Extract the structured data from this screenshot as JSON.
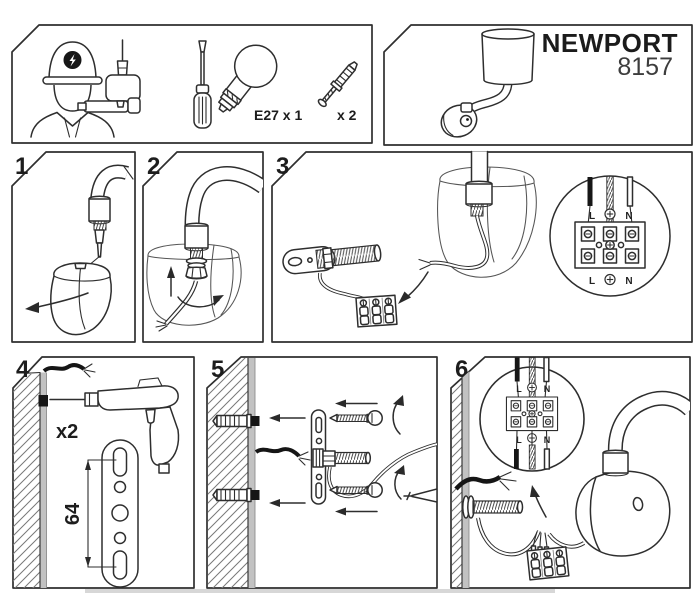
{
  "product": {
    "name": "NEWPORT",
    "code": "8157"
  },
  "kit": {
    "bulb_label": "E27 x 1",
    "plug_label": "x 2"
  },
  "steps": [
    {
      "num": "1"
    },
    {
      "num": "2"
    },
    {
      "num": "3"
    },
    {
      "num": "4",
      "drill_qty": "x2",
      "hole_spacing": "64"
    },
    {
      "num": "5"
    },
    {
      "num": "6"
    }
  ],
  "wiring": {
    "live": "L",
    "neutral": "N",
    "earth_symbol": "⊕"
  },
  "colors": {
    "line": "#2e2e2e",
    "wall_gray": "#c2c2c2",
    "paper": "#ffffff",
    "ink": "#1c1c1c"
  },
  "icons": {
    "electrician": "worker-with-hard-hat-and-bolt-badge",
    "drill": "power-drill",
    "screwdriver": "flat-screwdriver",
    "bulb": "light-bulb-E27",
    "wall_plug": "wall-anchor-with-screw",
    "earth": "⊕"
  }
}
